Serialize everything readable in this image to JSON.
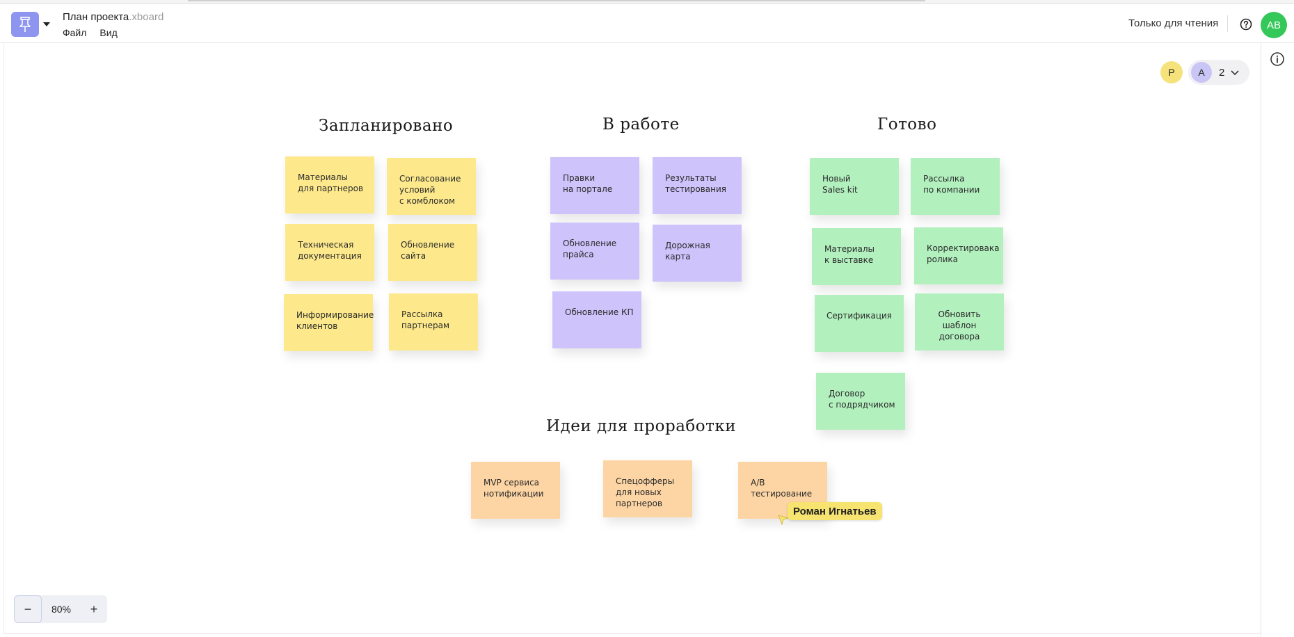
{
  "header": {
    "title": "План проекта",
    "title_ext": ".xboard",
    "menu": [
      "Файл",
      "Вид"
    ],
    "readonly_label": "Только для чтения",
    "user_initials": "AB",
    "app_icon": "pin-icon"
  },
  "collaborators": {
    "first_initial": "Р",
    "second_initial": "А",
    "count": "2"
  },
  "board": {
    "headings": {
      "planned": "Запланировано",
      "in_progress": "В работе",
      "done": "Готово",
      "ideas": "Идеи для проработки"
    },
    "planned_notes": [
      "Материалы\nдля партнеров",
      "Согласование\nусловий\nс комблоком",
      "Техническая\nдокументация",
      "Обновление\nсайта",
      "Информирование\nклиентов",
      "Рассылка\nпартнерам"
    ],
    "in_progress_notes": [
      "Правки\nна портале",
      "Результаты\nтестирования",
      "Обновление\nпрайса",
      "Дорожная\nкарта",
      "Обновление КП"
    ],
    "done_notes": [
      "Новый\nSales kit",
      "Рассылка\nпо компании",
      "Материалы\nк выставке",
      "Корректировака\nролика",
      "Сертификация",
      "Обновить\nшаблон\nдоговора",
      "Договор\nс подрядчиком"
    ],
    "idea_notes": [
      "MVP сервиса\nнотификации",
      "Спецофферы\nдля новых\nпартнеров",
      "A/B\nтестирование"
    ],
    "note_colors": {
      "planned": "#fde98c",
      "in_progress": "#cfc3fb",
      "done": "#b2f0be",
      "ideas": "#fdd5a4"
    },
    "cursor_user": "Роман Игнатьев"
  },
  "zoom": {
    "minus": "−",
    "value": "80%",
    "plus": "+"
  }
}
